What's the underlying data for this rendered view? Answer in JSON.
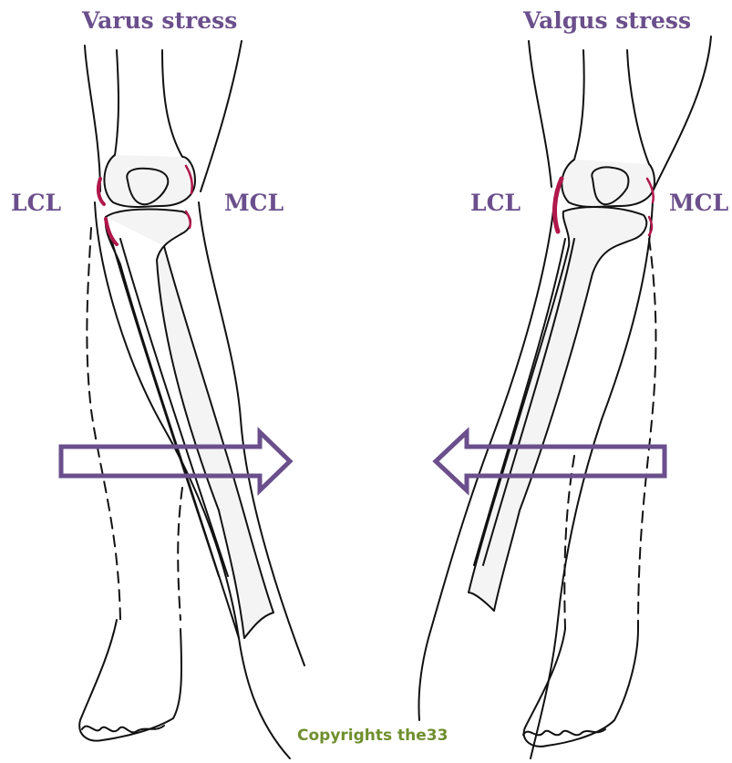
{
  "left_panel": {
    "title": "Varus stress",
    "lateral_label": "LCL",
    "medial_label": "MCL"
  },
  "right_panel": {
    "title": "Valgus stress",
    "lateral_label": "LCL",
    "medial_label": "MCL"
  },
  "copyright": "Copyrights the33",
  "colors": {
    "label": "#6b4f8c",
    "arrow": "#6b4f8c",
    "ligament": "#b0174a",
    "bone_fill": "#f0f0f0",
    "line": "#111111",
    "copyright": "#6f8f2e"
  }
}
